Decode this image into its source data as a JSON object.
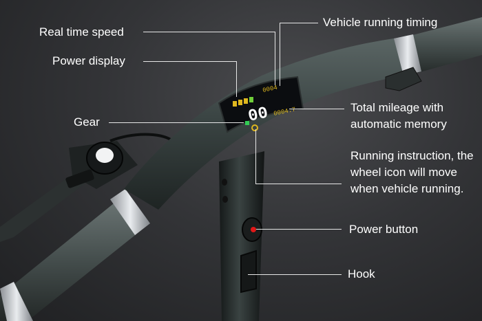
{
  "labels": {
    "real_time_speed": "Real time speed",
    "power_display": "Power display",
    "gear": "Gear",
    "vehicle_running_timing": "Vehicle running timing",
    "total_mileage": "Total mileage with automatic memory",
    "running_instruction": "Running instruction, the wheel icon will move when vehicle running.",
    "power_button": "Power button",
    "hook": "Hook"
  },
  "display": {
    "speed_digits": "00",
    "mileage_digits": "0004.7",
    "time_digits": "0004"
  },
  "colors": {
    "label_text": "#ffffff",
    "leader_line": "#e8e8e8",
    "handlebar_body": "#3f4a49",
    "grip": "#4e5857",
    "metal_ring": "#c9cccf",
    "display_bg": "#0b0d10",
    "battery_bar": "#e0b81f",
    "gear_indicator": "#33cc55",
    "power_led": "#e01818"
  },
  "icons": [
    "bell-icon",
    "wheel-icon",
    "battery-icon"
  ]
}
